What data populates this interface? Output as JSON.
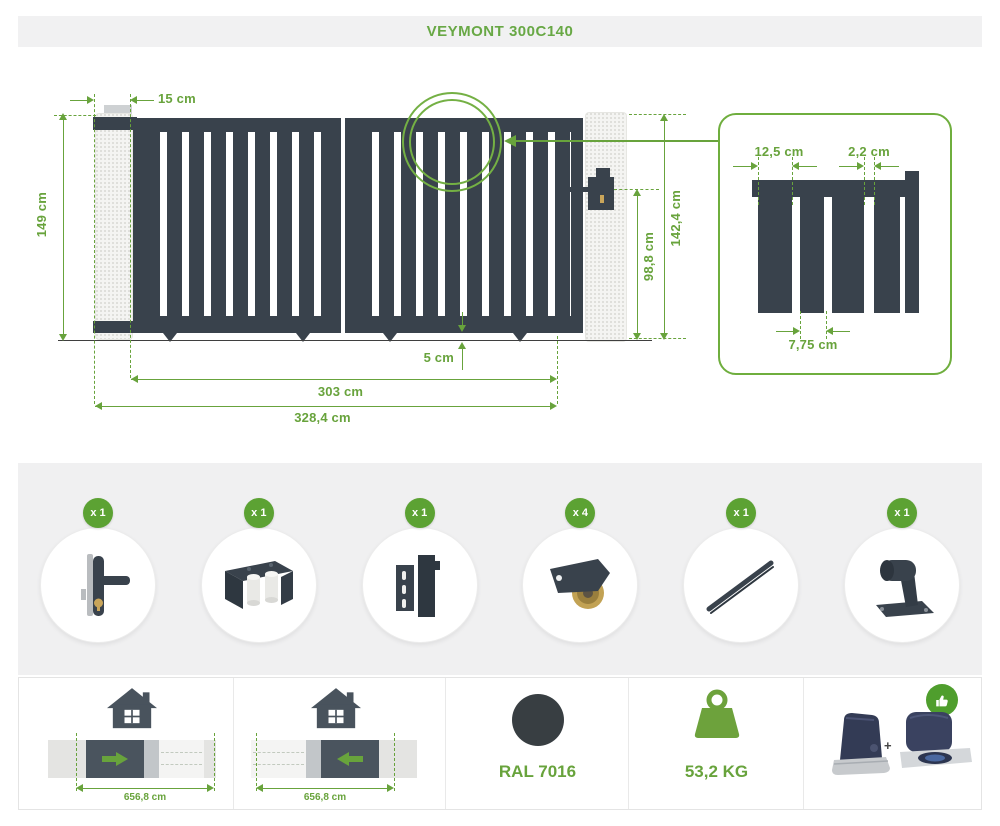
{
  "title": "VEYMONT 300C140",
  "colors": {
    "accent_green": "#68a33c",
    "gate_anthracite": "#39424c",
    "ral_swatch": "#383e42"
  },
  "diagram": {
    "dims": {
      "post_width": "15 cm",
      "total_height": "149 cm",
      "gate_height": "142,4 cm",
      "latch_height": "98,8 cm",
      "ground_clearance": "5 cm",
      "leaf_width": "303 cm",
      "total_width": "328,4 cm"
    },
    "detail": {
      "slat_width": "12,5 cm",
      "gap_width": "2,2 cm",
      "slat_pitch": "7,75 cm"
    }
  },
  "accessories": [
    {
      "name": "lock-handle",
      "qty": "x 1"
    },
    {
      "name": "roller-guide-bracket",
      "qty": "x 1"
    },
    {
      "name": "receiver-bracket",
      "qty": "x 1"
    },
    {
      "name": "roller-wheel",
      "qty": "x 4"
    },
    {
      "name": "gear-rack",
      "qty": "x 1"
    },
    {
      "name": "gate-stop",
      "qty": "x 1"
    }
  ],
  "footer": {
    "slide_right_length": "656,8 cm",
    "slide_left_length": "656,8 cm",
    "color_label": "RAL 7016",
    "weight_label": "53,2 KG",
    "motor_plus": "+"
  }
}
